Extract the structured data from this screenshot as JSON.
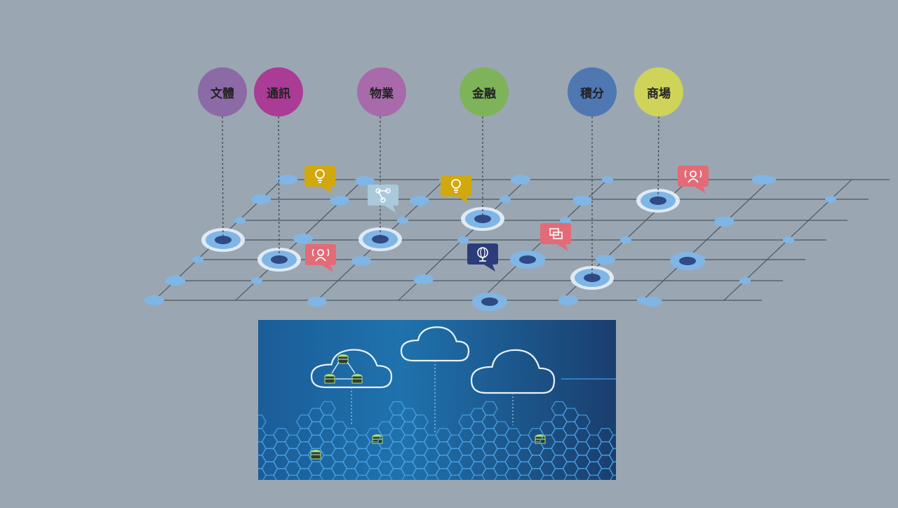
{
  "categories": [
    {
      "label": "文體",
      "color": "#8c6aa6"
    },
    {
      "label": "通訊",
      "color": "#aa3c96"
    },
    {
      "label": "物業",
      "color": "#a86aaa"
    },
    {
      "label": "金融",
      "color": "#7eb35a"
    },
    {
      "label": "積分",
      "color": "#4f77b2"
    },
    {
      "label": "商場",
      "color": "#cfd35a"
    }
  ],
  "colors": {
    "background": "#9aa7b2",
    "grid_line": "#4a5560",
    "node_light": "#7fb6e6",
    "node_dark": "#2f4a86",
    "panel_bg": "#1a5a94"
  },
  "callouts": [
    {
      "icon": "lightbulb-icon",
      "color": "#d1a90f"
    },
    {
      "icon": "network-icon",
      "color": "#a9c9dc"
    },
    {
      "icon": "lightbulb-icon",
      "color": "#d1a90f"
    },
    {
      "icon": "broadcast-user-icon",
      "color": "#e36b77"
    },
    {
      "icon": "broadcast-user-icon",
      "color": "#e36b77"
    },
    {
      "icon": "chat-icon",
      "color": "#e36b77"
    },
    {
      "icon": "globe-icon",
      "color": "#2c3c7a"
    }
  ]
}
